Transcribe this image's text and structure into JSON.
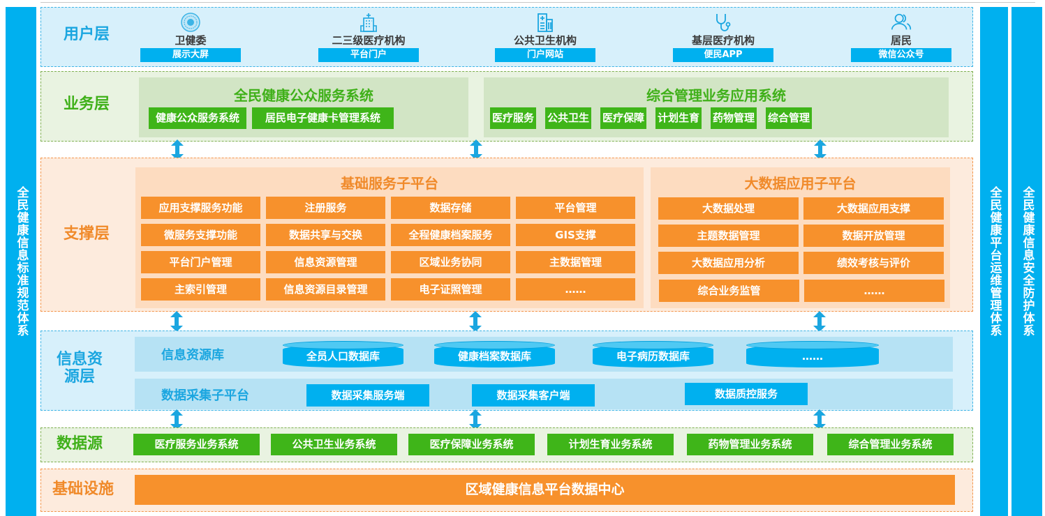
{
  "side_bars": {
    "left": "全民健康信息标准规范体系",
    "ops": "全民健康平台运维管理体系",
    "security": "全民健康信息安全防护体系"
  },
  "layers": {
    "user": {
      "title": "用户层",
      "items": [
        {
          "name": "卫健委",
          "channel": "展示大屏",
          "icon": "emblem-icon"
        },
        {
          "name": "二三级医疗机构",
          "channel": "平台门户",
          "icon": "hospital-icon"
        },
        {
          "name": "公共卫生机构",
          "channel": "门户网站",
          "icon": "building-icon"
        },
        {
          "name": "基层医疗机构",
          "channel": "便民APP",
          "icon": "stethoscope-icon"
        },
        {
          "name": "居民",
          "channel": "微信公众号",
          "icon": "people-icon"
        }
      ]
    },
    "business": {
      "title": "业务层",
      "public_system": {
        "title": "全民健康公众服务系统",
        "items": [
          "健康公众服务系统",
          "居民电子健康卡管理系统"
        ]
      },
      "mgmt_system": {
        "title": "综合管理业务应用系统",
        "items": [
          "医疗服务",
          "公共卫生",
          "医疗保障",
          "计划生育",
          "药物管理",
          "综合管理"
        ]
      }
    },
    "support": {
      "title": "支撑层",
      "base_platform": {
        "title": "基础服务子平台",
        "rows": [
          [
            "应用支撑服务功能",
            "注册服务",
            "数据存储",
            "平台管理"
          ],
          [
            "微服务支撑功能",
            "数据共享与交换",
            "全程健康档案服务",
            "GIS支撑"
          ],
          [
            "平台门户管理",
            "信息资源管理",
            "区域业务协同",
            "主数据管理"
          ],
          [
            "主索引管理",
            "信息资源目录管理",
            "电子证照管理",
            "……"
          ]
        ]
      },
      "bigdata_platform": {
        "title": "大数据应用子平台",
        "rows": [
          [
            "大数据处理",
            "大数据应用支撑"
          ],
          [
            "主题数据管理",
            "数据开放管理"
          ],
          [
            "大数据应用分析",
            "绩效考核与评价"
          ],
          [
            "综合业务监管",
            "……"
          ]
        ]
      }
    },
    "info_resource": {
      "title": "信息资源层",
      "title_lines": [
        "信息资",
        "源层"
      ],
      "library": {
        "label": "信息资源库",
        "databases": [
          "全员人口数据库",
          "健康档案数据库",
          "电子病历数据库",
          "……"
        ]
      },
      "collection": {
        "label": "数据采集子平台",
        "items": [
          "数据采集服务端",
          "数据采集客户端",
          "数据质控服务"
        ]
      }
    },
    "data_source": {
      "title": "数据源",
      "items": [
        "医疗服务业务系统",
        "公共卫生业务系统",
        "医疗保障业务系统",
        "计划生育业务系统",
        "药物管理业务系统",
        "综合管理业务系统"
      ]
    },
    "infrastructure": {
      "title": "基础设施",
      "center": "区域健康信息平台数据中心"
    }
  },
  "colors": {
    "blue": "#00b0ef",
    "green": "#3fb519",
    "orange": "#f7912c"
  }
}
